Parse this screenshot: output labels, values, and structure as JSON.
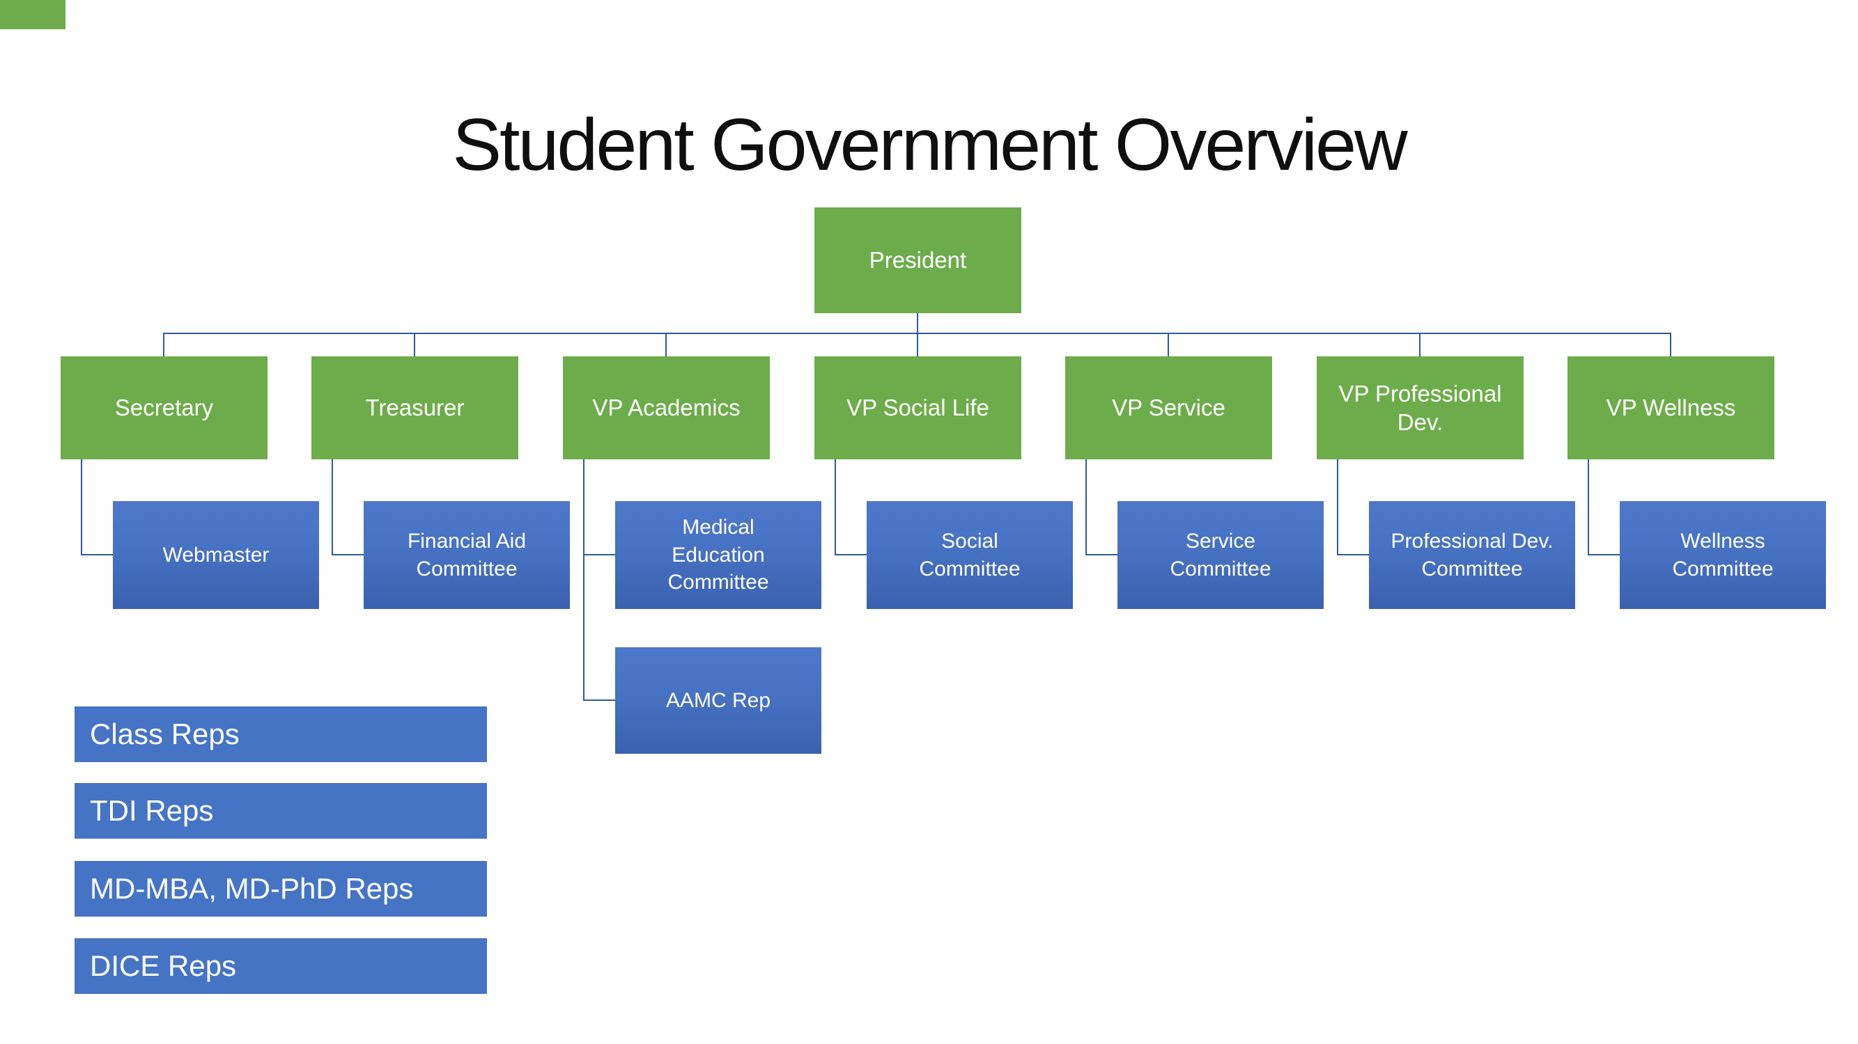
{
  "slide": {
    "title": "Student Government Overview"
  },
  "org_chart": {
    "president": {
      "label": "President"
    },
    "officers": [
      {
        "label": "Secretary"
      },
      {
        "label": "Treasurer"
      },
      {
        "label": "VP Academics"
      },
      {
        "label": "VP Social Life"
      },
      {
        "label": "VP Service"
      },
      {
        "label": "VP Professional\nDev."
      },
      {
        "label": "VP Wellness"
      }
    ],
    "committees": [
      {
        "label": "Webmaster"
      },
      {
        "label": "Financial Aid\nCommittee"
      },
      {
        "label": "Medical\nEducation\nCommittee"
      },
      {
        "label": "Social\nCommittee"
      },
      {
        "label": "Service\nCommittee"
      },
      {
        "label": "Professional Dev.\nCommittee"
      },
      {
        "label": "Wellness\nCommittee"
      }
    ],
    "extra_nodes": [
      {
        "label": "AAMC Rep"
      }
    ]
  },
  "rep_bars": [
    {
      "label": "Class Reps"
    },
    {
      "label": "TDI Reps"
    },
    {
      "label": "MD-MBA, MD-PhD Reps"
    },
    {
      "label": "DICE Reps"
    }
  ],
  "colors": {
    "node_green": "#6dac4b",
    "node_blue_top": "#4e77c8",
    "node_blue_bottom": "#3a61ae",
    "rep_bar_blue": "#4674c5",
    "connector_blue": "#2e5a9e",
    "node_text": "#ffffff",
    "title_text": "#0f0f0f"
  }
}
